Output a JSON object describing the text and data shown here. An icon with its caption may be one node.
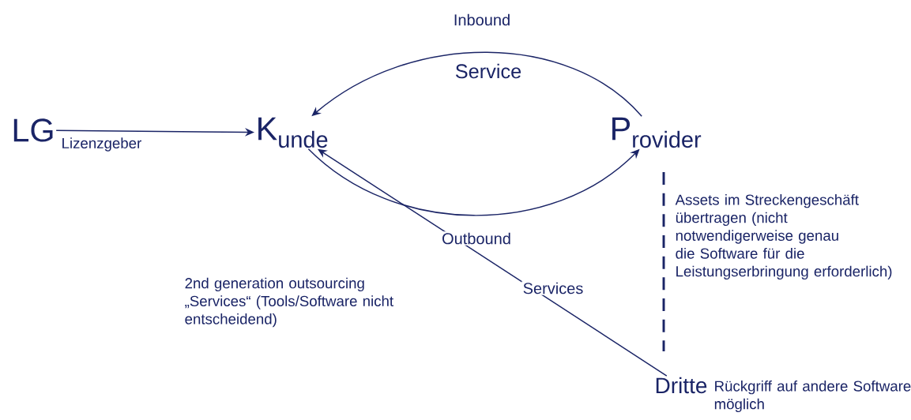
{
  "diagram": {
    "nodes": [
      {
        "text": [
          "LG"
        ],
        "beside": [
          "Lizenzgeber"
        ]
      },
      {
        "text": [
          "K$_{unde}$"
        ]
      },
      {
        "text": [
          "P$_{rovider}$"
        ]
      },
      {
        "text": [
          "Dritte"
        ],
        "beside": [
          "Rückgriff auf andere Software möglich"
        ]
      }
    ],
    "edges": [
      {
        "from": 0,
        "to": 1,
        "arrow": "to"
      },
      {
        "from": 2,
        "to": 1,
        "arrow": "to",
        "label": "Inbound"
      },
      {
        "from": 1,
        "to": 2,
        "arrow": "to",
        "label": "Outbound"
      },
      {
        "from": 3,
        "to": 1,
        "arrow": "to",
        "label": "Services"
      }
    ],
    "labels": [
      "Service",
      "2nd generation outsourcing „Services“ (Tools/Software nicht entscheidend)",
      "Assets im Streckengeschäft übertragen (nicht notwendigerweise genau die Software für die Leistungserbringung erforderlich)"
    ]
  }
}
